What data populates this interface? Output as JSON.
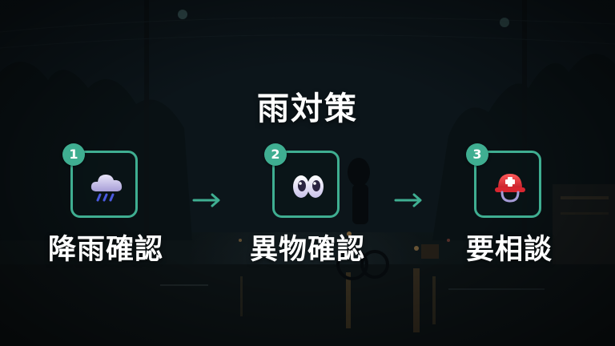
{
  "slide": {
    "title": "雨対策",
    "accent_color": "#3fae91",
    "steps": [
      {
        "number": "1",
        "label": "降雨確認",
        "icon": "rain-cloud-icon"
      },
      {
        "number": "2",
        "label": "異物確認",
        "icon": "eyes-icon"
      },
      {
        "number": "3",
        "label": "要相談",
        "icon": "rescue-helmet-icon"
      }
    ],
    "connector_icon": "arrow-right-icon"
  }
}
